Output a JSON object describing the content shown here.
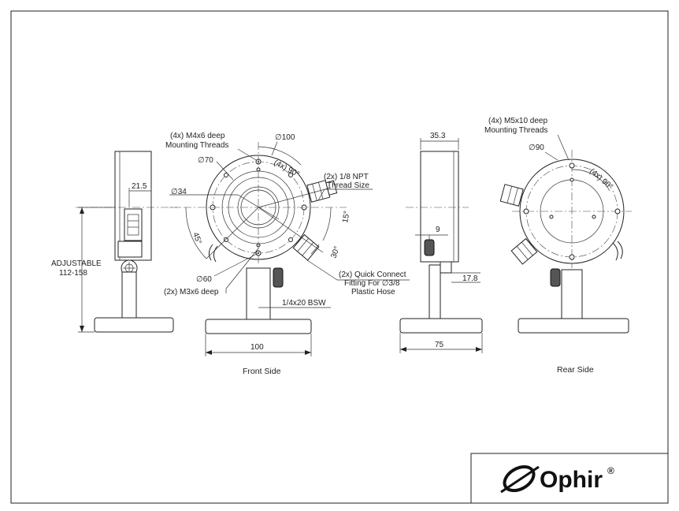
{
  "front": {
    "caption": "Front Side",
    "m4_line1": "(4x) M4x6 deep",
    "m4_line2": "Mounting Threads",
    "d100": "100",
    "d70": "70",
    "d34": "34",
    "d60": "60",
    "ang90": "(4x) 90°",
    "npt_line1": "(2x) 1/8 NPT",
    "npt_line2": "Thread Size",
    "ang15": "15°",
    "ang30": "30°",
    "ang45": "45°",
    "qc_line1": "(2x) Quick Connect",
    "qc_line2": "Fitting For",
    "qc_d": "3/8",
    "qc_line3": "Plastic Hose",
    "m3": "(2x) M3x6 deep",
    "bsw": "1/4x20 BSW",
    "base_width": "100"
  },
  "side_left": {
    "d21_5": "21.5",
    "adj_line1": "ADJUSTABLE",
    "adj_line2": "112-158"
  },
  "side_right": {
    "d35_3": "35.3",
    "d9": "9",
    "d17_8": "17.8",
    "base_width": "75"
  },
  "rear": {
    "caption": "Rear Side",
    "m5_line1": "(4x) M5x10 deep",
    "m5_line2": "Mounting Threads",
    "d90": "90",
    "ang90": "(4x) 90°"
  },
  "logo": {
    "name": "Ophir",
    "mark": "®"
  }
}
